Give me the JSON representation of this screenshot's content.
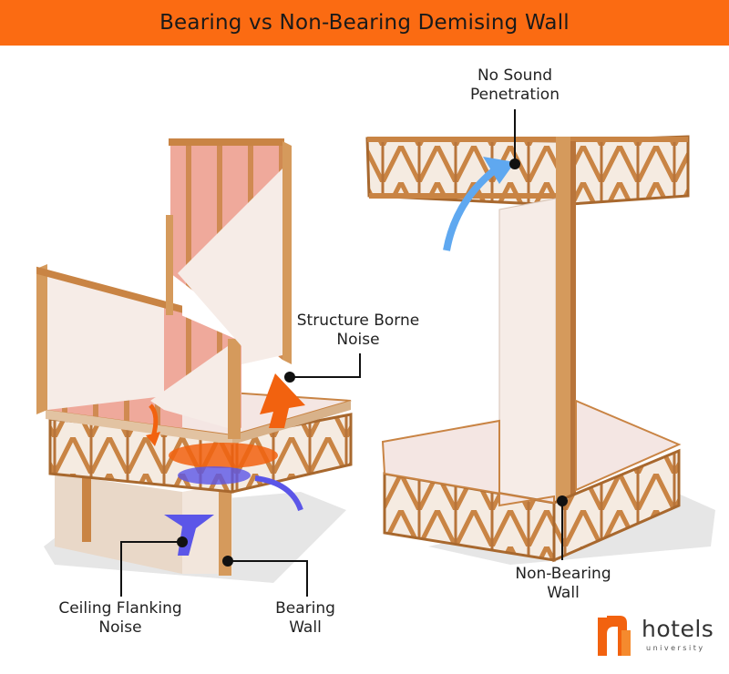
{
  "title": "Bearing vs Non-Bearing Demising Wall",
  "labels": {
    "no_sound_line1": "No Sound",
    "no_sound_line2": "Penetration",
    "structure_borne_line1": "Structure Borne",
    "structure_borne_line2": "Noise",
    "ceiling_flanking_line1": "Ceiling Flanking",
    "ceiling_flanking_line2": "Noise",
    "bearing_wall_line1": "Bearing",
    "bearing_wall_line2": "Wall",
    "non_bearing_line1": "Non-Bearing",
    "non_bearing_line2": "Wall"
  },
  "logo": {
    "word": "hotels",
    "sub": "university"
  },
  "colors": {
    "title_bar": "#fb6b12",
    "wood": "#d59a5c",
    "wood_dark": "#a8682e",
    "insulation": "#efa99b",
    "drywall": "#f6ece7",
    "arrow_orange": "#f2620f",
    "arrow_blue": "#5b56e8",
    "arrow_light_blue": "#5fa8f0"
  }
}
